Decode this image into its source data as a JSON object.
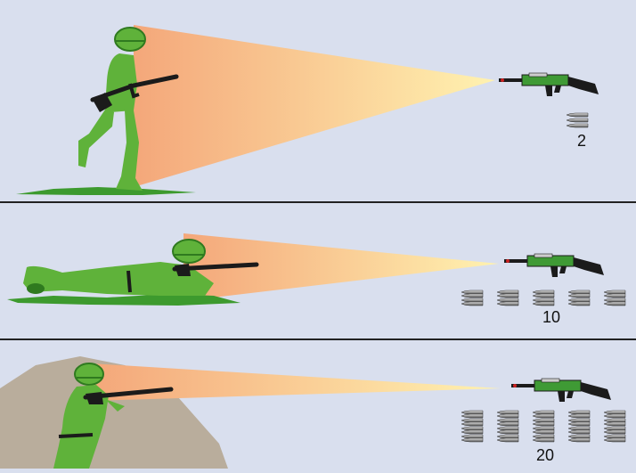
{
  "diagram": {
    "colors": {
      "background": "#d9dfee",
      "divider": "#222222",
      "soldier": "#5fb23a",
      "soldier_dark": "#2f7a1f",
      "ground": "#3d9a2e",
      "rock": "#b9ad9c",
      "rifle_body": "#3f9a35",
      "rifle_dark": "#1b1b1b",
      "cone_near": "#f4a77a",
      "cone_far": "#fff2b0",
      "cartridge": "#9a9a9a"
    },
    "panels": [
      {
        "position": "standing",
        "ammo_count": "2",
        "cartridge_rows": 1,
        "cartridge_cols": 1
      },
      {
        "position": "prone",
        "ammo_count": "10",
        "cartridge_rows": 2,
        "cartridge_cols": 5
      },
      {
        "position": "behind-cover",
        "ammo_count": "20",
        "cartridge_rows": 4,
        "cartridge_cols": 5
      }
    ]
  }
}
